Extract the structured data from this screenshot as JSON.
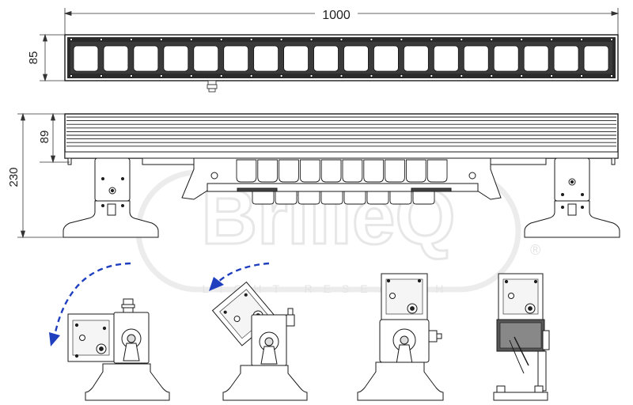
{
  "dimensions": {
    "overall_length": "1000",
    "front_height": "85",
    "body_height": "89",
    "total_height": "230"
  },
  "watermark": {
    "brand": "BrilleQ",
    "registered": "®",
    "tagline": "LIGHT RESEARCH"
  },
  "front_view": {
    "led_cells": 18
  },
  "base_view": {
    "fin_count": 10
  },
  "colors": {
    "line": "#1a1a1a",
    "panel_dark": "#2a2a2a",
    "arrow": "#1f3fbf",
    "watermark": "#e6e6e6"
  },
  "side_views": [
    {
      "name": "tilted-back",
      "arrow": "counterclockwise"
    },
    {
      "name": "tilted-up",
      "arrow": "counterclockwise"
    },
    {
      "name": "upright-front"
    },
    {
      "name": "upright-side"
    }
  ]
}
